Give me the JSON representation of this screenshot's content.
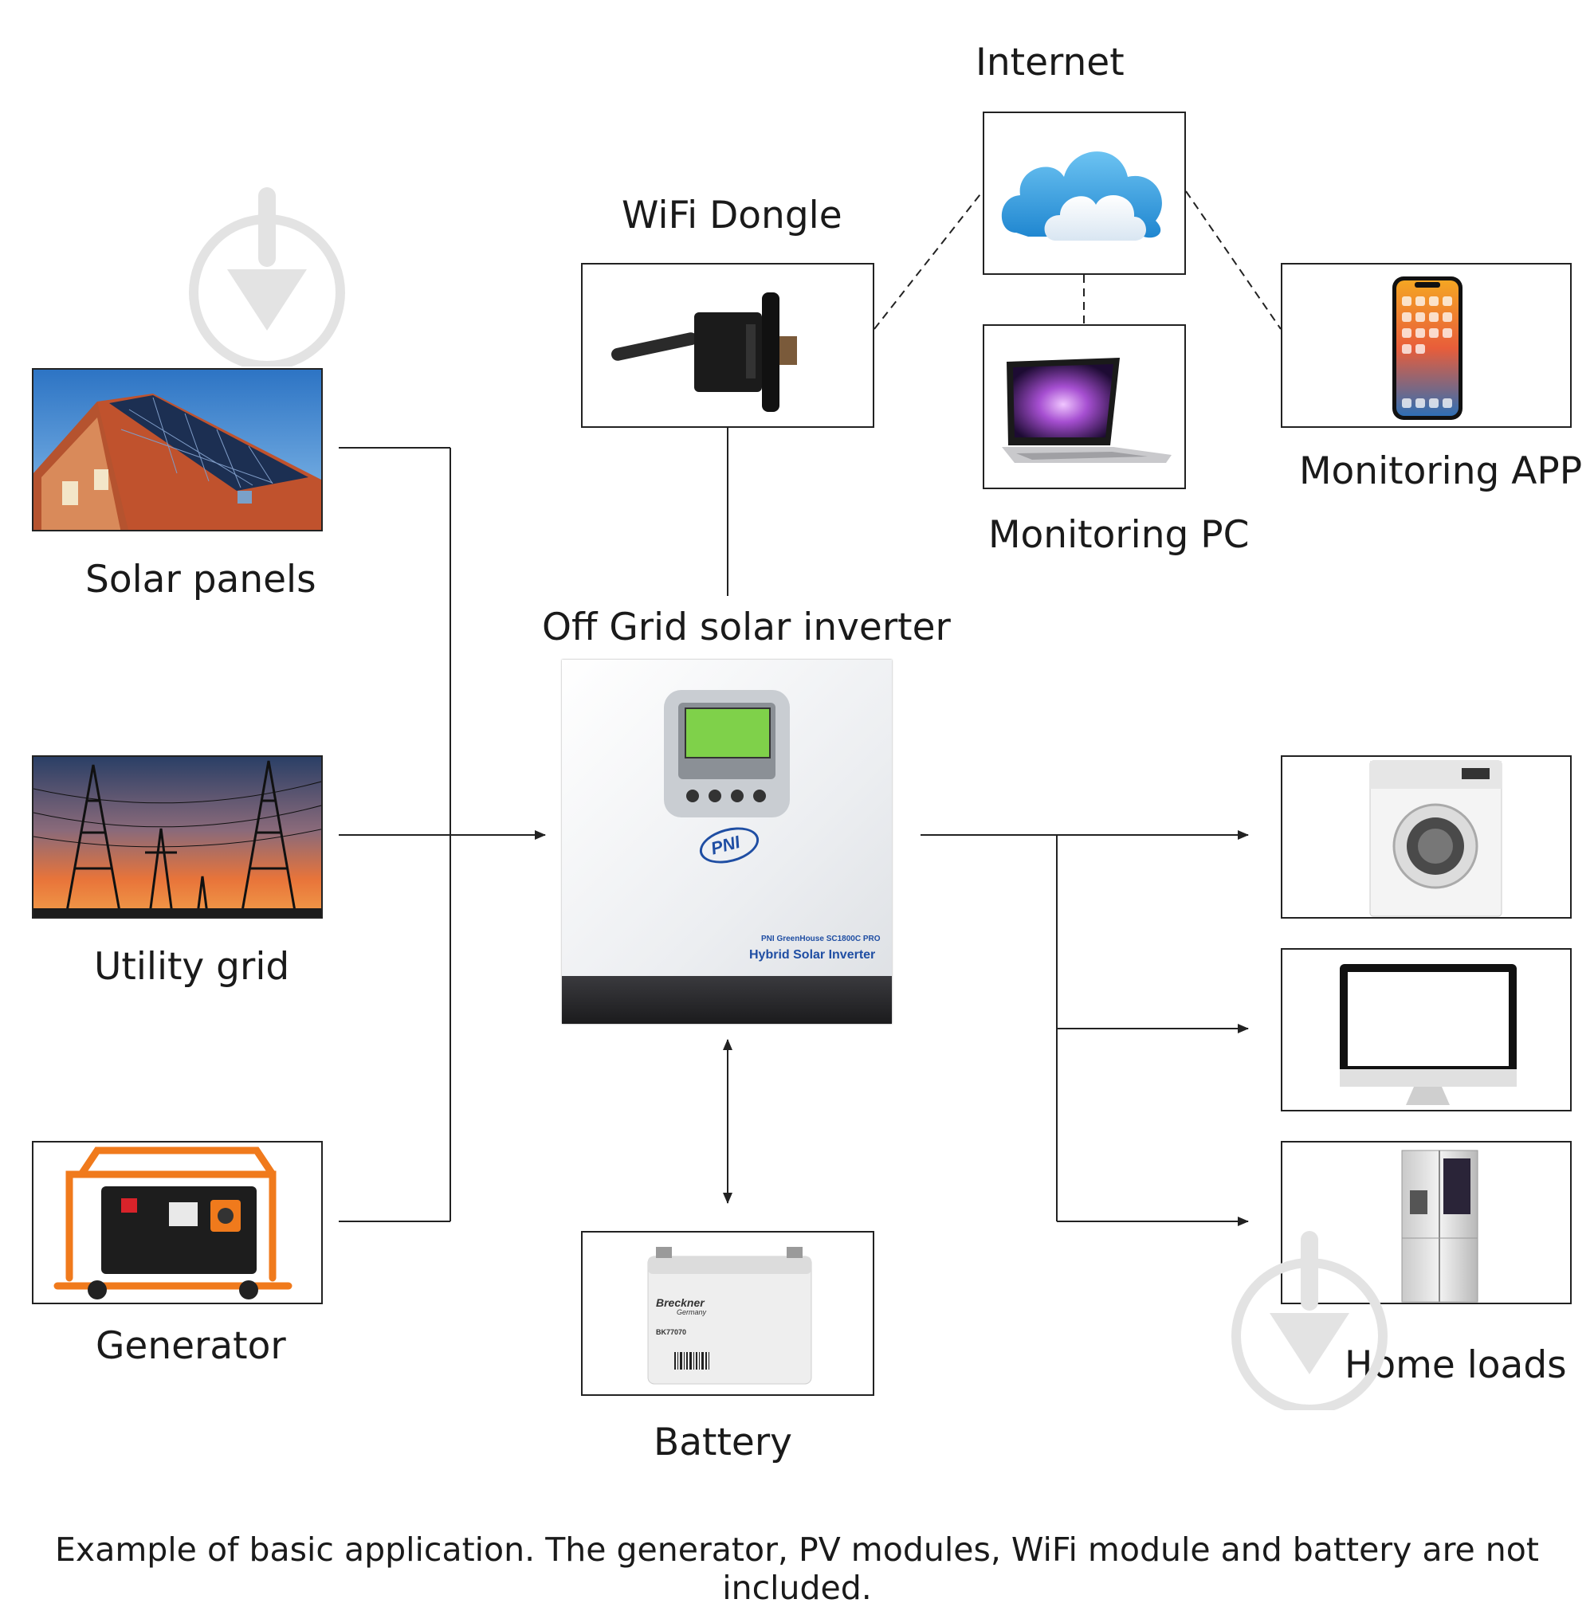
{
  "labels": {
    "internet": "Internet",
    "wifi_dongle": "WiFi Dongle",
    "monitoring_pc": "Monitoring PC",
    "monitoring_app": "Monitoring APP",
    "solar_panels": "Solar panels",
    "utility_grid": "Utility grid",
    "generator": "Generator",
    "inverter": "Off Grid solar inverter",
    "battery": "Battery",
    "home_loads": "Home loads"
  },
  "inverter": {
    "brand": "PNI",
    "model": "PNI GreenHouse SC1800C PRO",
    "type": "Hybrid Solar Inverter"
  },
  "battery_label": {
    "brand": "Breckner",
    "brand_sub": "Germany",
    "model": "BK77070"
  },
  "caption": "Example of basic application. The generator, PV modules, WiFi module and battery are not included.",
  "colors": {
    "line": "#222222",
    "inverter_blue": "#1f4ea3",
    "generator_orange": "#f07a1c",
    "roof": "#c0522d",
    "sky": "#3f86d2",
    "sunset": "#e8743a"
  }
}
